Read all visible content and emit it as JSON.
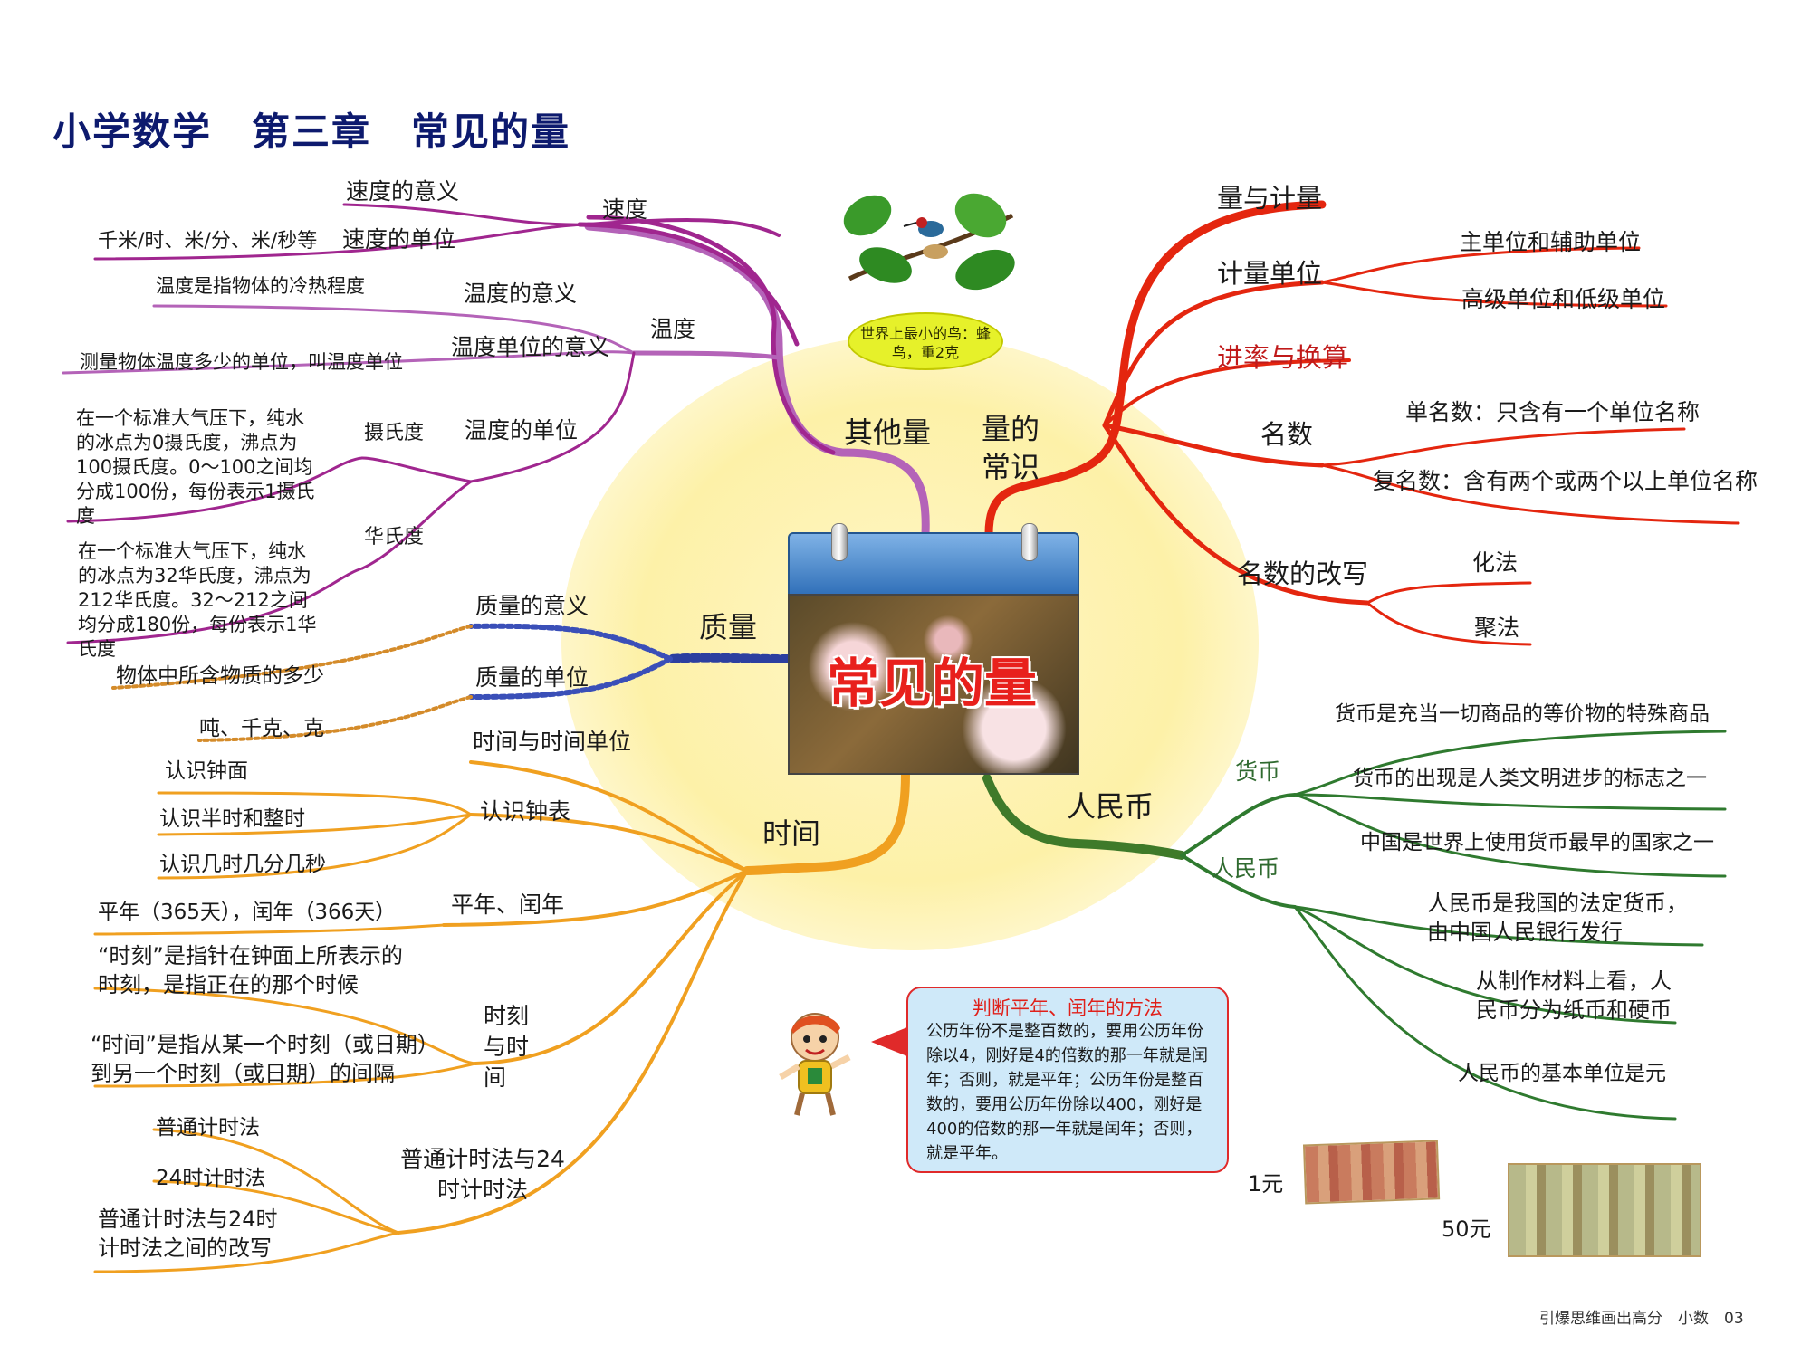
{
  "title": "小学数学　第三章　常见的量",
  "center": "常见的量",
  "bird_caption": "世界上最小的鸟：蜂鸟，重2克",
  "branches": {
    "other": {
      "label": "其他量",
      "speed": {
        "label": "速度",
        "meaning": "速度的意义",
        "unit": "速度的单位",
        "unit_desc": "千米/时、米/分、米/秒等"
      },
      "temperature": {
        "label": "温度",
        "meaning": "温度的意义",
        "meaning_desc": "温度是指物体的冷热程度",
        "unit_meaning": "温度单位的意义",
        "unit_meaning_desc": "测量物体温度多少的单位，叫温度单位",
        "unit": "温度的单位",
        "celsius": "摄氏度",
        "celsius_desc": "在一个标准大气压下，纯水的冰点为0摄氏度，沸点为100摄氏度。0～100之间均分成100份，每份表示1摄氏度",
        "fahrenheit": "华氏度",
        "fahrenheit_desc": "在一个标准大气压下，纯水的冰点为32华氏度，沸点为212华氏度。32～212之间均分成180份，每份表示1华氏度"
      }
    },
    "common": {
      "label": "量的常识",
      "measure": "量与计量",
      "unit": "计量单位",
      "unit_main": "主单位和辅助单位",
      "unit_level": "高级单位和低级单位",
      "rate": "进率与换算",
      "named": "名数",
      "single": "单名数：只含有一个单位名称",
      "compound": "复名数：含有两个或两个以上单位名称",
      "rewrite": "名数的改写",
      "hua": "化法",
      "ju": "聚法"
    },
    "mass": {
      "label": "质量",
      "meaning": "质量的意义",
      "meaning_desc": "物体中所含物质的多少",
      "unit": "质量的单位",
      "unit_desc": "吨、千克、克"
    },
    "time": {
      "label": "时间",
      "units": "时间与时间单位",
      "clock": "认识钟表",
      "clock_face": "认识钟面",
      "half_whole": "认识半时和整时",
      "minutes": "认识几时几分几秒",
      "leap": "平年、闰年",
      "leap_desc": "平年（365天），闰年（366天）",
      "moment_label": "时刻与时间",
      "moment_desc": "“时刻”是指针在钟面上所表示的时刻，是指正在的那个时候",
      "interval_desc": "“时间”是指从某一个时刻（或日期）到另一个时刻（或日期）的间隔",
      "system_label": "普通计时法与24时计时法",
      "normal": "普通计时法",
      "h24": "24时计时法",
      "convert": "普通计时法与24时计时法之间的改写"
    },
    "rmb": {
      "label": "人民币",
      "currency": "货币",
      "cur1": "货币是充当一切商品的等价物的特殊商品",
      "cur2": "货币的出现是人类文明进步的标志之一",
      "cur3": "中国是世界上使用货币最早的国家之一",
      "rmb_sub": "人民币",
      "r1": "人民币是我国的法定货币，由中国人民银行发行",
      "r2": "从制作材料上看，人民币分为纸币和硬币",
      "r3": "人民币的基本单位是元"
    }
  },
  "tip": {
    "title": "判断平年、闰年的方法",
    "body": "公历年份不是整百数的，要用公历年份除以4，刚好是4的倍数的那一年就是闰年；否则，就是平年；公历年份是整百数的，要用公历年份除以400，刚好是400的倍数的那一年就是闰年；否则，就是平年。"
  },
  "money_labels": {
    "one": "1元",
    "fifty": "50元"
  },
  "footer": "引爆思维画出高分　小数　03",
  "colors": {
    "other": "#a0268f",
    "temp": "#b463b8",
    "common": "#e4260f",
    "mass": "#2c3fa0",
    "time": "#f0a020",
    "rmb": "#2f7a2f",
    "title": "#0d1a6e"
  }
}
